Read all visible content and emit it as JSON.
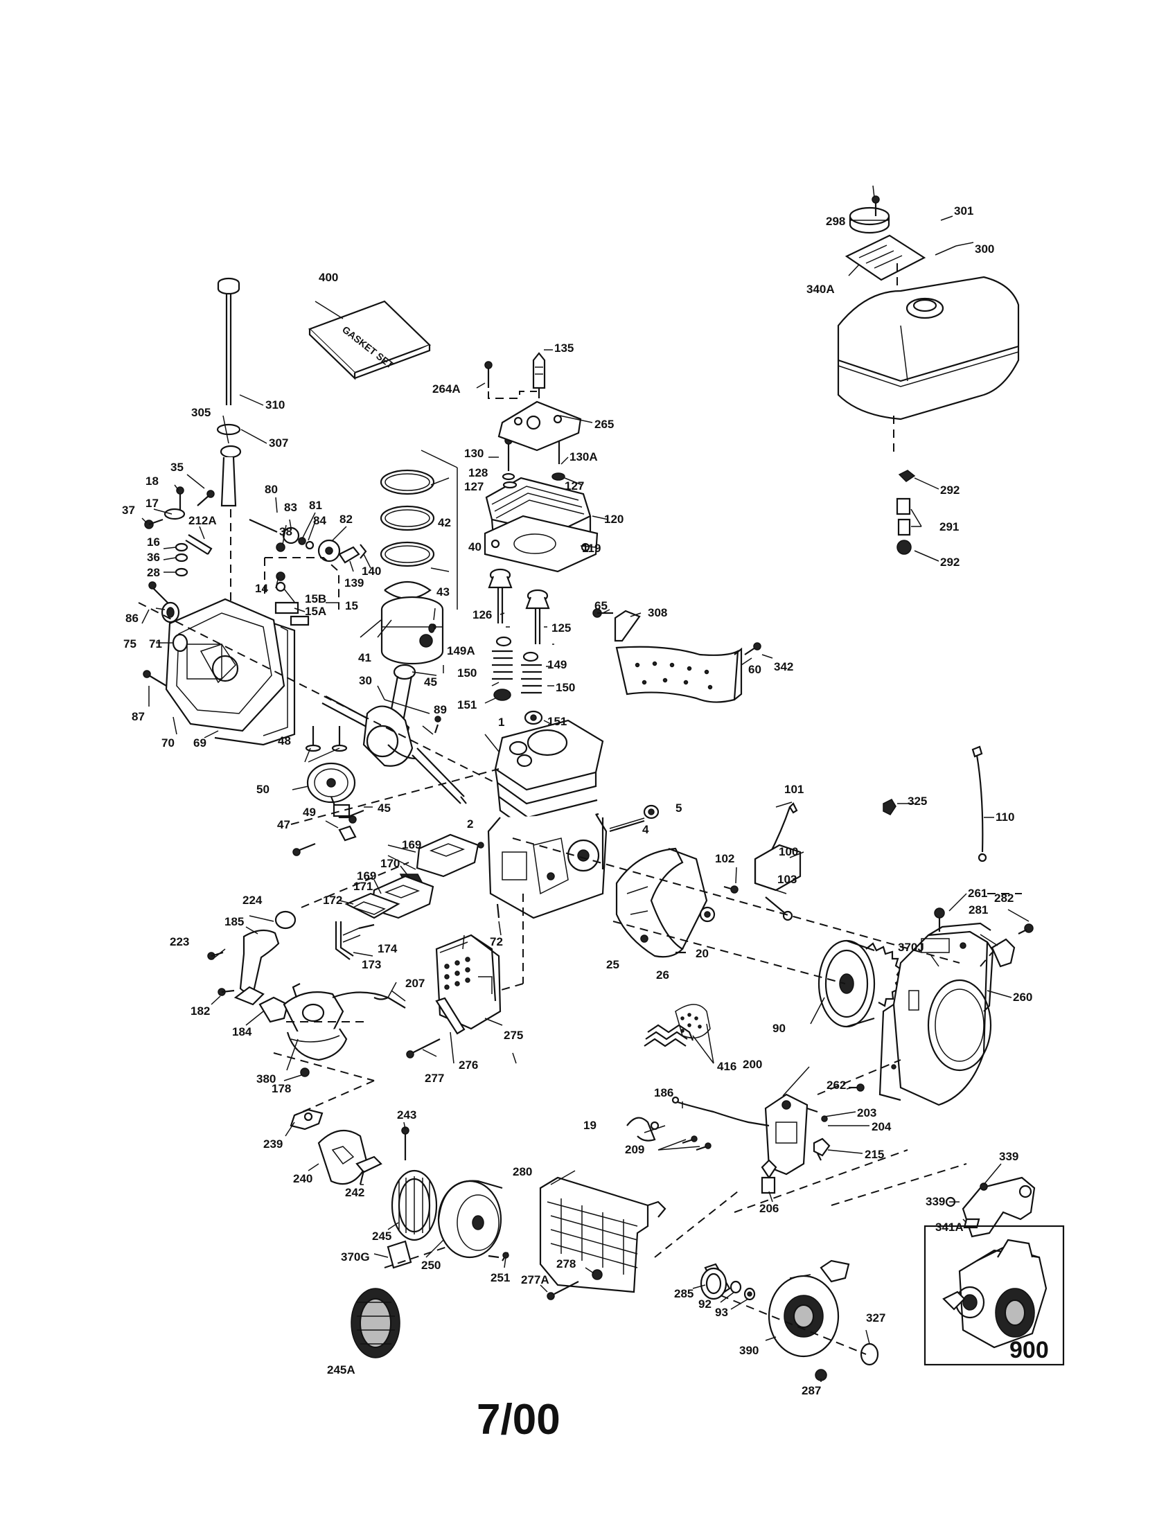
{
  "diagram": {
    "date": "7/00",
    "gasket_box_text": "GASKET SET",
    "inset_label": "900",
    "labels": [
      "1",
      "2",
      "4",
      "5",
      "14",
      "15",
      "15A",
      "15B",
      "16",
      "17",
      "18",
      "19",
      "20",
      "25",
      "26",
      "28",
      "30",
      "35",
      "36",
      "37",
      "38",
      "40",
      "41",
      "42",
      "43",
      "45",
      "45",
      "47",
      "48",
      "49",
      "50",
      "60",
      "65",
      "69",
      "70",
      "71",
      "72",
      "75",
      "80",
      "81",
      "82",
      "83",
      "84",
      "86",
      "87",
      "89",
      "90",
      "92",
      "93",
      "100",
      "101",
      "102",
      "103",
      "110",
      "119",
      "120",
      "125",
      "126",
      "127",
      "127",
      "128",
      "130",
      "130A",
      "135",
      "139",
      "140",
      "149",
      "149A",
      "150",
      "150",
      "151",
      "151",
      "169",
      "169",
      "170",
      "171",
      "172",
      "173",
      "174",
      "178",
      "182",
      "184",
      "185",
      "186",
      "200",
      "203",
      "204",
      "206",
      "207",
      "209",
      "212A",
      "215",
      "223",
      "224",
      "239",
      "240",
      "242",
      "243",
      "245",
      "245A",
      "250",
      "251",
      "260",
      "261",
      "262",
      "264A",
      "265",
      "275",
      "276",
      "277",
      "277A",
      "278",
      "280",
      "281",
      "282",
      "285",
      "287",
      "291",
      "292",
      "292",
      "298",
      "300",
      "301",
      "305",
      "307",
      "308",
      "310",
      "325",
      "327",
      "339",
      "339",
      "340A",
      "341A",
      "342",
      "370G",
      "370J",
      "380",
      "390",
      "400",
      "416"
    ]
  }
}
